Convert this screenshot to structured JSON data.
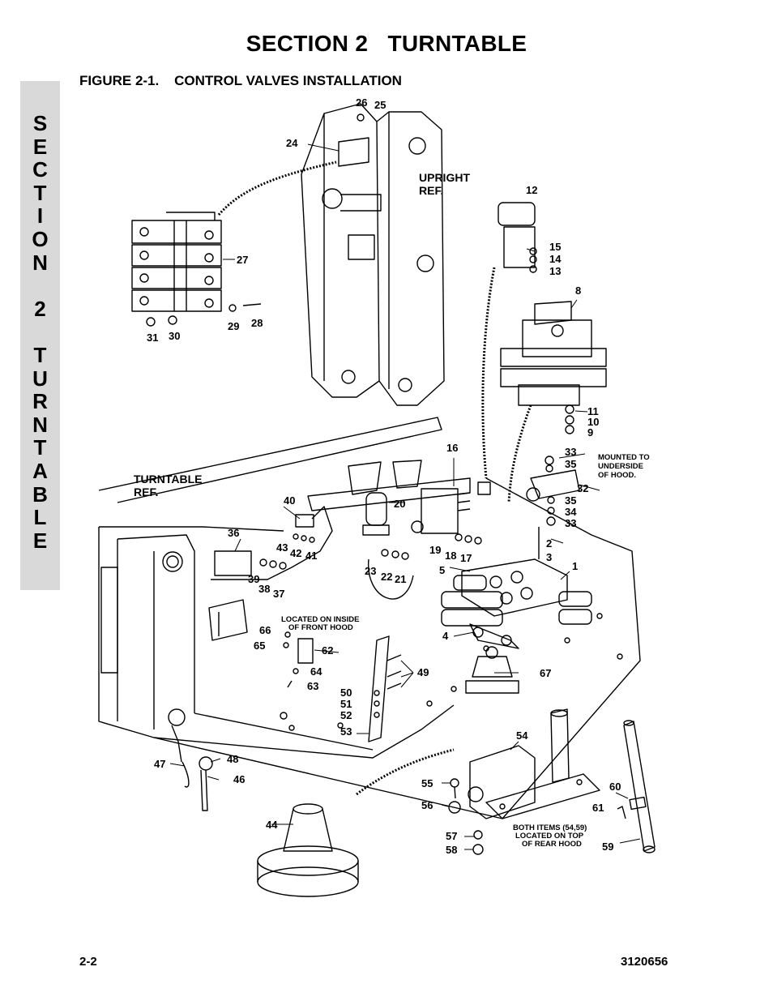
{
  "header": {
    "section_title": "SECTION 2   TURNTABLE",
    "figure_title": "FIGURE 2-1.    CONTROL VALVES INSTALLATION"
  },
  "side_tab": {
    "letters": [
      "S",
      "E",
      "C",
      "T",
      "I",
      "O",
      "N",
      "",
      "2",
      "",
      "T",
      "U",
      "R",
      "N",
      "T",
      "A",
      "B",
      "L",
      "E"
    ]
  },
  "diagram": {
    "refs": {
      "upright_1": "UPRIGHT",
      "upright_2": "REF.",
      "turntable_1": "TURNTABLE",
      "turntable_2": "REF."
    },
    "notes": {
      "mounted_1": "MOUNTED TO",
      "mounted_2": "UNDERSIDE",
      "mounted_3": "OF HOOD.",
      "located_1": "LOCATED ON INSIDE",
      "located_2": "OF FRONT HOOD",
      "both_1": "BOTH ITEMS (54,59)",
      "both_2": "LOCATED ON TOP",
      "both_3": "OF REAR HOOD"
    },
    "callouts": [
      "26",
      "25",
      "24",
      "27",
      "31",
      "30",
      "29",
      "28",
      "12",
      "15",
      "14",
      "13",
      "8",
      "11",
      "10",
      "9",
      "16",
      "20",
      "40",
      "36",
      "43",
      "42",
      "41",
      "39",
      "38",
      "37",
      "23",
      "22",
      "21",
      "19",
      "18",
      "17",
      "5",
      "33",
      "35",
      "32",
      "35",
      "34",
      "33",
      "2",
      "3",
      "1",
      "4",
      "66",
      "65",
      "62",
      "64",
      "63",
      "67",
      "49",
      "50",
      "51",
      "52",
      "53",
      "47",
      "48",
      "46",
      "44",
      "54",
      "55",
      "56",
      "57",
      "58",
      "60",
      "61",
      "59"
    ]
  },
  "footer": {
    "page_number": "2-2",
    "doc_number": "3120656"
  }
}
